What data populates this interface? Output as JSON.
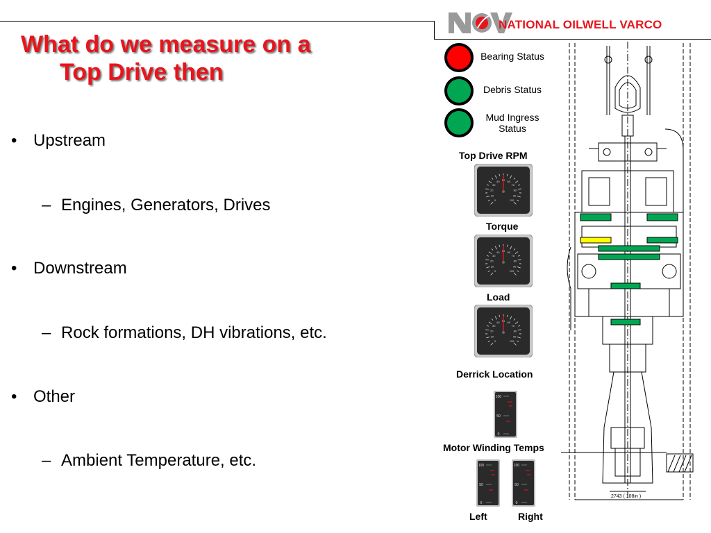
{
  "slide": {
    "title_line1": "What do we measure on a",
    "title_line2": "Top Drive then",
    "bullets": [
      {
        "label": "Upstream",
        "sub": "Engines, Generators, Drives"
      },
      {
        "label": "Downstream",
        "sub": "Rock formations, DH vibrations, etc."
      },
      {
        "label": "Other",
        "sub": "Ambient Temperature, etc."
      }
    ],
    "bullet_char": "•",
    "sub_prefix": "–"
  },
  "logo": {
    "mark": "NOV",
    "text": "NATIONAL OILWELL VARCO",
    "color": "#e8141c"
  },
  "status": [
    {
      "label": "Bearing Status",
      "state": "red",
      "color": "#ff0000"
    },
    {
      "label": "Debris Status",
      "state": "green",
      "color": "#00a651"
    },
    {
      "label": "Mud Ingress Status",
      "state": "green",
      "color": "#00a651"
    }
  ],
  "gauges": {
    "rpm_label": "Top Drive RPM",
    "torque_label": "Torque",
    "load_label": "Load",
    "ticks": [
      "0",
      "10",
      "20",
      "30",
      "40",
      "50",
      "60",
      "70",
      "80",
      "90",
      "100"
    ]
  },
  "derrick": {
    "label": "Derrick Location",
    "scale": [
      "100",
      "50",
      "0"
    ]
  },
  "motor": {
    "label": "Motor Winding Temps",
    "left": "Left",
    "right": "Right",
    "scale": [
      "100",
      "50",
      "0"
    ]
  },
  "drawing": {
    "dimension": "2743 ( 108in )"
  }
}
